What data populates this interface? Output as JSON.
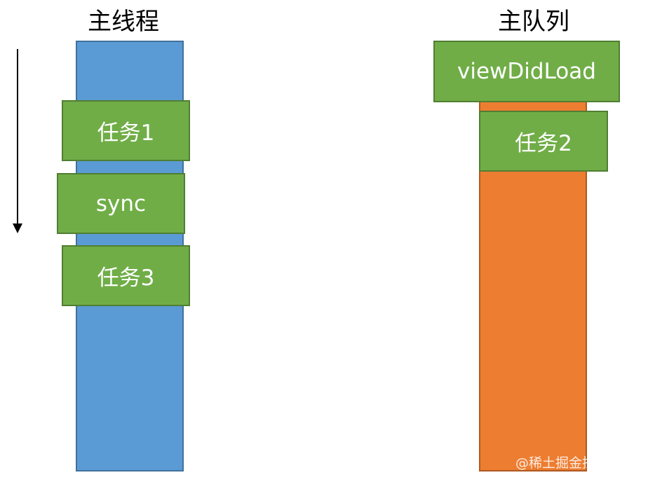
{
  "titles": {
    "left": "主线程",
    "right": "主队列"
  },
  "main_thread": {
    "tasks": [
      "任务1",
      "sync",
      "任务3"
    ]
  },
  "main_queue": {
    "tasks": [
      "viewDidLoad",
      "任务2"
    ]
  },
  "watermark": "@稀土掘金技术社区",
  "colors": {
    "thread_column": "#5b9bd5",
    "queue_column": "#ed7d31",
    "task_box": "#70ad47",
    "task_border": "#507e32"
  }
}
